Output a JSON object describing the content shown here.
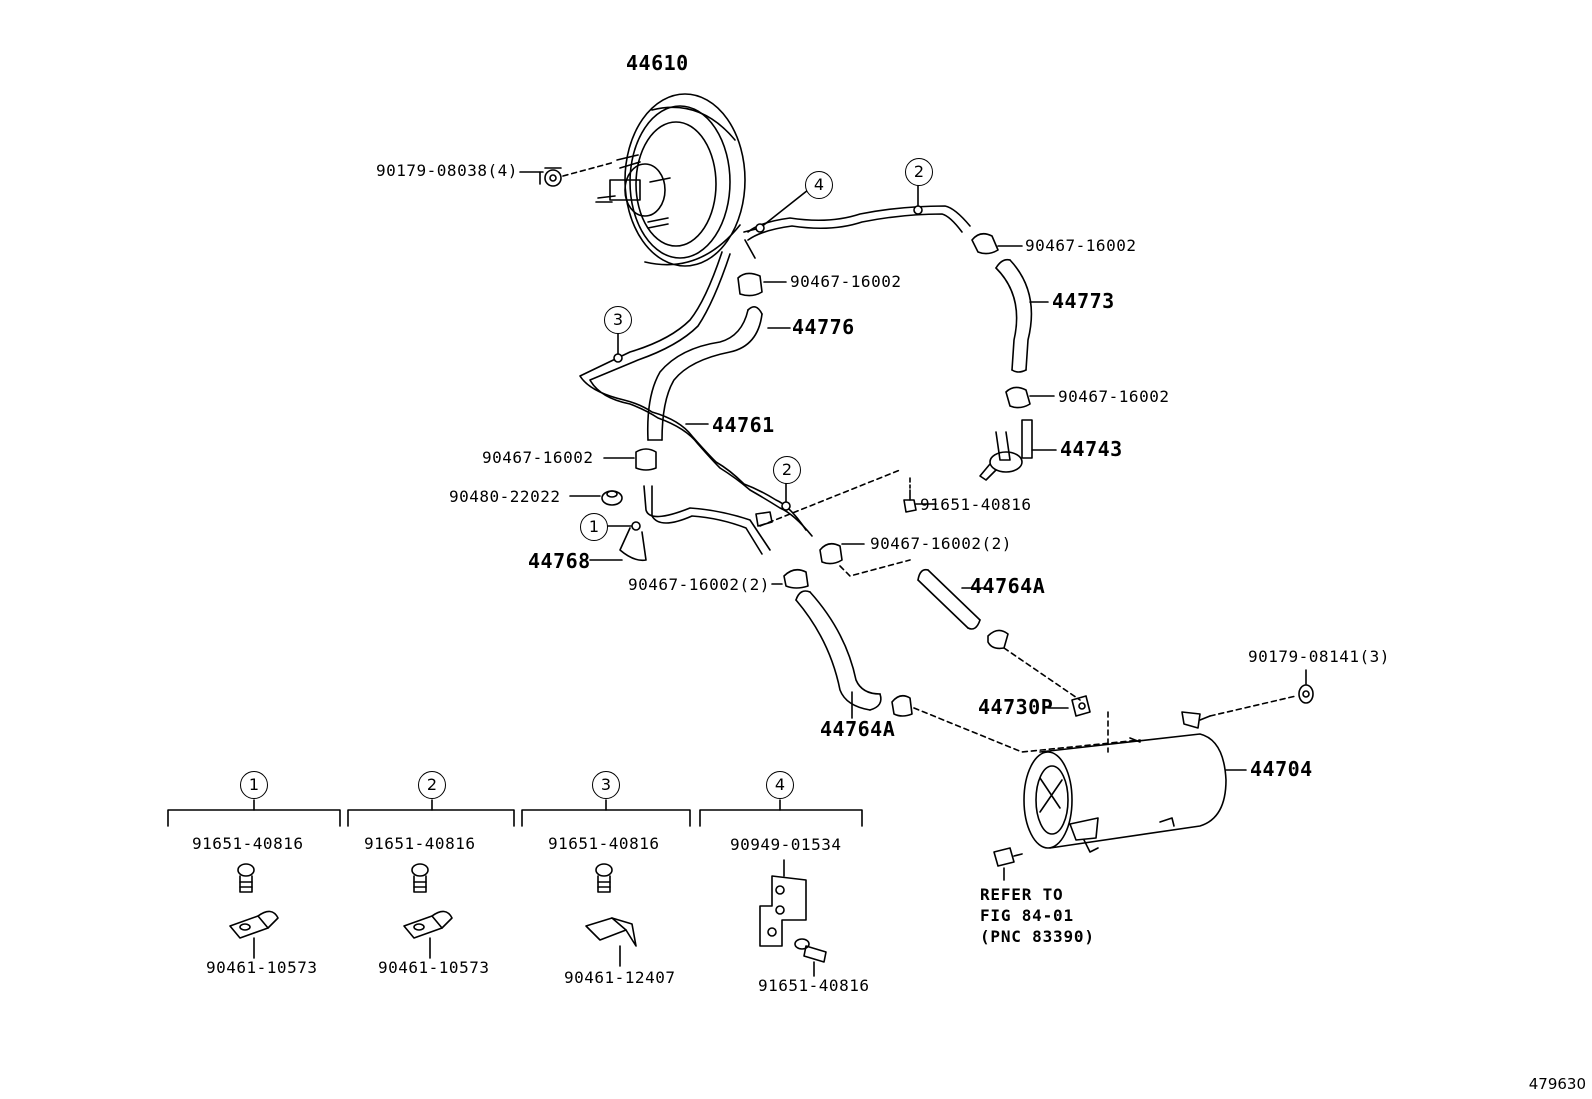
{
  "labels": {
    "booster": "44610",
    "nut_90179_08038": "90179-08038(4)",
    "clamp_a": "90467-16002",
    "clamp_b": "90467-16002",
    "clamp_c": "90467-16002",
    "clamp_d": "90467-16002",
    "hose_44773": "44773",
    "hose_44776": "44776",
    "pipe_44761": "44761",
    "valve_44743": "44743",
    "grommet_90480": "90480-22022",
    "bolt_91651_main": "91651-40816",
    "clamp_2_right": "90467-16002(2)",
    "clamp_2_left": "90467-16002(2)",
    "pipe_44768": "44768",
    "hose_44764a_right": "44764A",
    "hose_44764a_left": "44764A",
    "nut_90179_08141": "90179-08141(3)",
    "bracket_44730p": "44730P",
    "tank_44704": "44704"
  },
  "callouts": {
    "c1": "1",
    "c2a": "2",
    "c2b": "2",
    "c3": "3",
    "c4": "4"
  },
  "refer": {
    "line1": "REFER TO",
    "line2": "FIG 84-01",
    "line3": "(PNC 83390)"
  },
  "details": [
    {
      "number": "1",
      "bolt": "91651-40816",
      "clip": "90461-10573"
    },
    {
      "number": "2",
      "bolt": "91651-40816",
      "clip": "90461-10573"
    },
    {
      "number": "3",
      "bolt": "91651-40816",
      "clip": "90461-12407"
    },
    {
      "number": "4",
      "clip": "90949-01534",
      "bolt": "91651-40816"
    }
  ],
  "illustration_id": "479630",
  "colors": {
    "ink": "#000000",
    "background": "#ffffff"
  }
}
